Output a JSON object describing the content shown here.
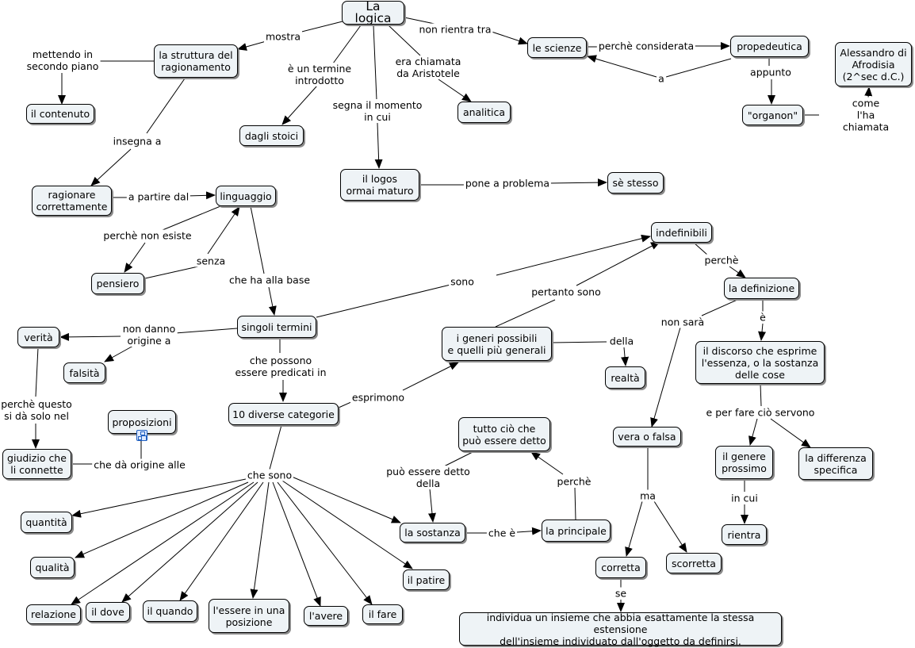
{
  "nodes": {
    "la_logica": "La logica",
    "struttura": "la struttura del\nragionamento",
    "contenuto": "il contenuto",
    "stoici": "dagli stoici",
    "logos": "il logos\normai maturo",
    "se_stesso": "sè stesso",
    "analitica": "analitica",
    "scienze": "le scienze",
    "propedeutica": "propedeutica",
    "alessandro": "Alessandro di\nAfrodisia\n(2^sec d.C.)",
    "organon": "\"organon\"",
    "ragionare": "ragionare\ncorrettamente",
    "linguaggio": "linguaggio",
    "pensiero": "pensiero",
    "indefinibili": "indefinibili",
    "definizione": "la definizione",
    "discorso": "il discorso che esprime\nl'essenza, o la sostanza\ndelle cose",
    "genere_prossimo": "il genere\nprossimo",
    "differenza": "la differenza\nspecifica",
    "rientra": "rientra",
    "singoli_termini": "singoli termini",
    "verita": "verità",
    "falsita": "falsità",
    "giudizio": "giudizio che\nli connette",
    "proposizioni": "proposizioni",
    "categorie": "10 diverse categorie",
    "generi": "i generi possibili\ne quelli più generali",
    "realta": "realtà",
    "tutto_cio": "tutto ciò che\npuò essere detto",
    "sostanza": "la sostanza",
    "principale": "la principale",
    "vera_falsa": "vera o falsa",
    "corretta": "corretta",
    "scorretta": "scorretta",
    "individua": "individua un insieme che abbia esattamente la stessa estensione\ndell'insieme individuato dall'oggetto da definirsi.",
    "quantita": "quantità",
    "qualita": "qualità",
    "relazione": "relazione",
    "il_dove": "il dove",
    "il_quando": "il quando",
    "essere_posizione": "l'essere in una\nposizione",
    "avere": "l'avere",
    "fare": "il fare",
    "patire": "il patire"
  },
  "links": {
    "mostra": "mostra",
    "mettendo": "mettendo in\nsecondo piano",
    "termine_introdotto": "è un termine\nintrodotto",
    "segna": "segna il momento\nin cui",
    "chiamata": "era chiamata\nda Aristotele",
    "non_rientra": "non rientra tra",
    "perche_considerata": "perchè considerata",
    "a": "a",
    "appunto": "appunto",
    "come_chiamata": "come l'ha chiamata",
    "pone": "pone a problema",
    "insegna": "insegna a",
    "a_partire": "a partire dal",
    "perche_non_esiste": "perchè non esiste",
    "senza": "senza",
    "che_ha": "che ha alla base",
    "sono": "sono",
    "non_danno": "non danno\norigine a",
    "perche_questo": "perchè questo\nsi dà solo nel",
    "che_da": "che dà origine alle",
    "che_possono": "che possono\nessere predicati in",
    "esprimono": "esprimono",
    "pertanto": "pertanto sono",
    "della": "della",
    "che_sono": "che sono",
    "puo_essere": "può essere detto\ndella",
    "perche2": "perchè",
    "che_e": "che è",
    "perche": "perchè",
    "non_sara": "non sarà",
    "e": "è",
    "e_per_fare": "e per fare ciò servono",
    "in_cui": "in cui",
    "ma": "ma",
    "se": "se"
  }
}
